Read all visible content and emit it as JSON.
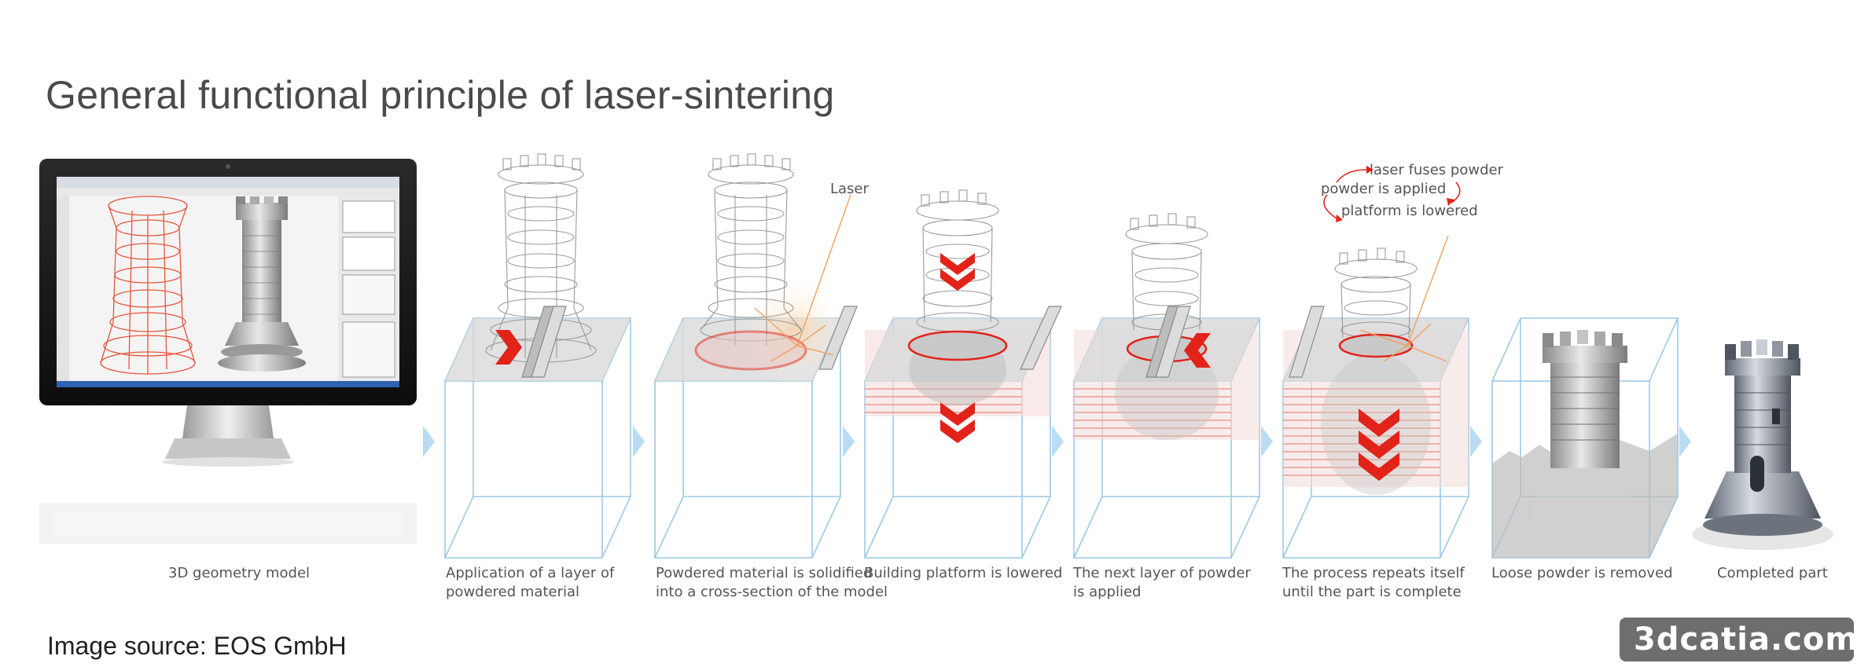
{
  "title": "General functional principle of laser-sintering",
  "steps": [
    {
      "caption": "3D geometry model"
    },
    {
      "caption": "Application of a layer of\npowdered material"
    },
    {
      "caption": "Powdered material is solidified\ninto a cross-section of the model"
    },
    {
      "caption": "Building platform is lowered"
    },
    {
      "caption": "The next layer of powder\nis applied"
    },
    {
      "caption": "The process repeats itself\nuntil the part is complete"
    },
    {
      "caption": "Loose powder is removed"
    },
    {
      "caption": "Completed part"
    }
  ],
  "annotations": {
    "laser": "Laser",
    "cycle": [
      "laser fuses powder",
      "powder is applied",
      "platform is lowered"
    ]
  },
  "source": "Image source: EOS GmbH",
  "watermark": "3dcatia.com",
  "colors": {
    "accent_red": "#e2231a",
    "box_blue": "#9cc9e6",
    "arrow_blue": "#b9dcf2",
    "gray": "#c9c9c9"
  }
}
